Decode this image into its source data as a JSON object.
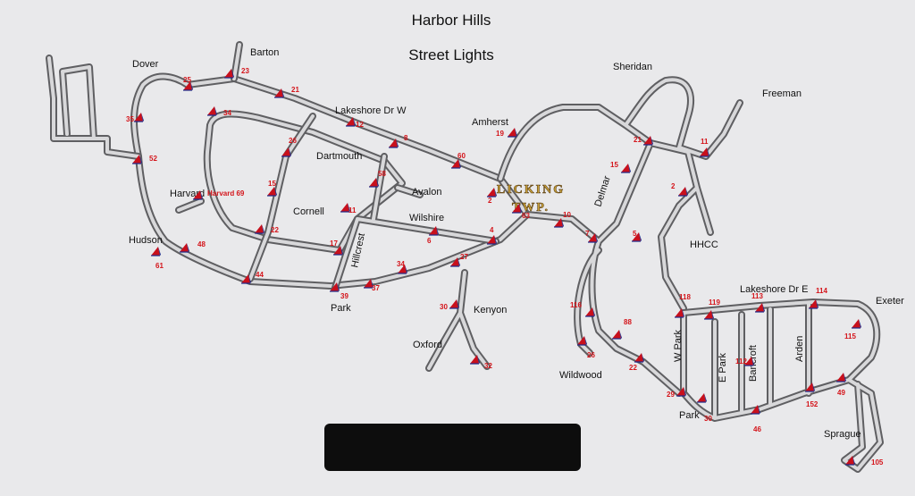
{
  "title": "Harbor Hills",
  "subtitle": "Street Lights",
  "township_line1": "LICKING",
  "township_line2": "TWP.",
  "colors": {
    "background": "#e9e9eb",
    "road_edge": "#5f5f62",
    "road_fill": "#d8d8da",
    "light_marker": "#c8101c",
    "light_marker_side": "#1b2b8c",
    "label": "#d4141a",
    "redacted_box": "#0d0d0d"
  },
  "marker_icon": "street-light-flag-icon",
  "streets": [
    "Barton",
    "Dover",
    "Lakeshore Dr W",
    "Dartmouth",
    "Amherst",
    "Sheridan",
    "Freeman",
    "Avalon",
    "Harvard",
    "Wilshire",
    "Cornell",
    "Hillcrest",
    "Hudson",
    "Park",
    "Kenyon",
    "Oxford",
    "Delmar",
    "HHCC",
    "Lakeshore Dr E",
    "Exeter",
    "W Park",
    "E Park",
    "Bancroft",
    "Arden",
    "Wildwood",
    "Park",
    "Sprague"
  ],
  "street_lights": [
    "23",
    "25",
    "21",
    "34",
    "35",
    "52",
    "12",
    "26",
    "8",
    "19",
    "60",
    "58",
    "15",
    "Harvard 69",
    "11",
    "22",
    "17",
    "48",
    "61",
    "44",
    "39",
    "37",
    "34",
    "27",
    "4",
    "6",
    "2",
    "63",
    "10",
    "7",
    "21",
    "11",
    "15",
    "2",
    "5",
    "30",
    "32",
    "116",
    "26",
    "88",
    "22",
    "118",
    "119",
    "113",
    "114",
    "115",
    "112",
    "29",
    "30",
    "46",
    "152",
    "49",
    "105"
  ]
}
